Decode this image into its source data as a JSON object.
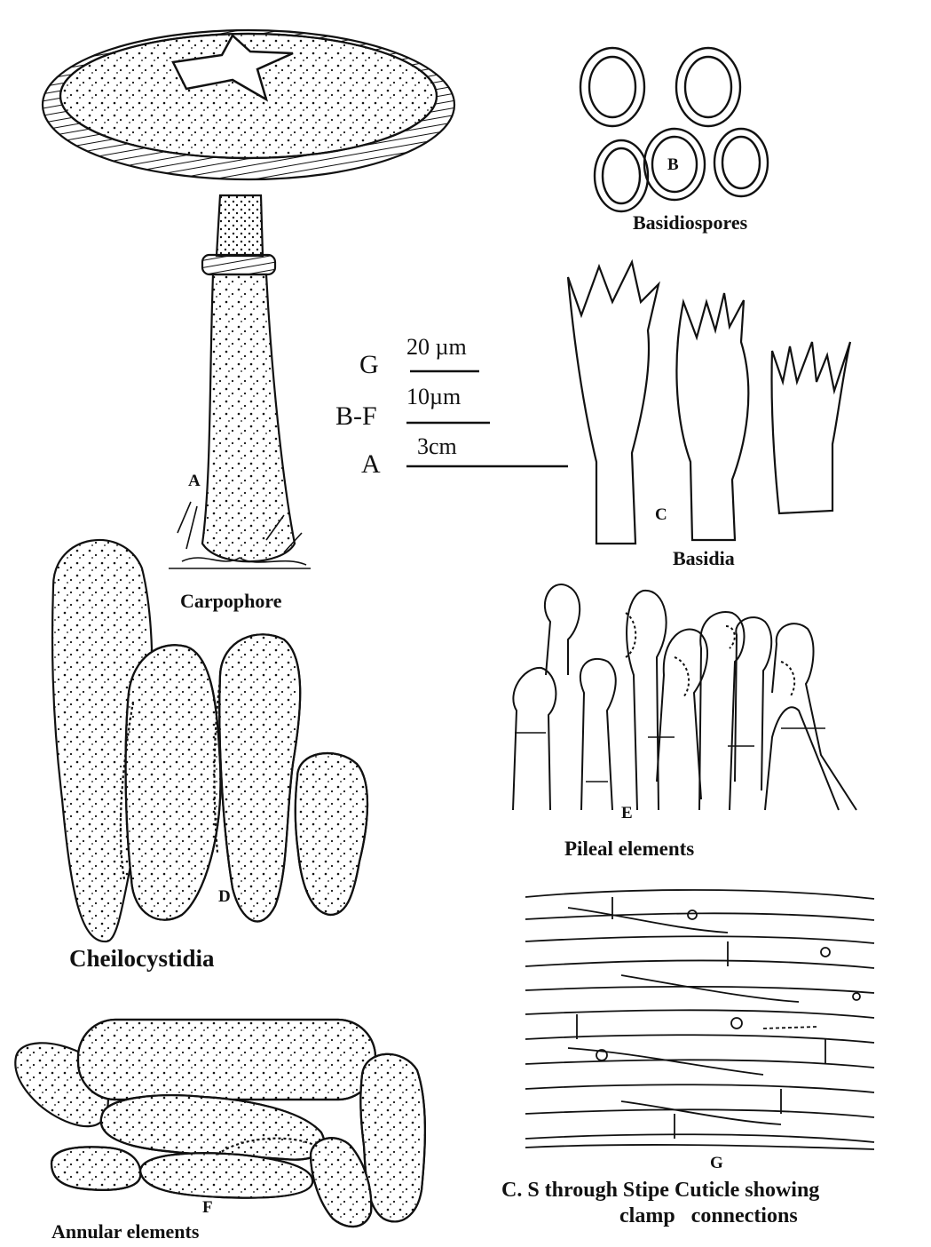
{
  "figure": {
    "letters": {
      "A": "A",
      "B": "B",
      "C": "C",
      "D": "D",
      "E": "E",
      "F": "F",
      "G": "G"
    },
    "captions": {
      "carpophore": "Carpophore",
      "basidiospores": "Basidiospores",
      "basidia": "Basidia",
      "pileal_elements": "Pileal elements",
      "cheilocystidia": "Cheilocystidia",
      "annular_elements": "Annular elements",
      "stipe_cuticle_line1": "C. S through Stipe Cuticle showing",
      "stipe_cuticle_line2": "clamp   connections"
    },
    "scale_bars": [
      {
        "name": "G",
        "value": "20 µm"
      },
      {
        "name": "B-F",
        "value": "10µm"
      },
      {
        "name": "A",
        "value": "3cm"
      }
    ]
  },
  "colors": {
    "ink": "#111111",
    "paper": "#ffffff"
  }
}
